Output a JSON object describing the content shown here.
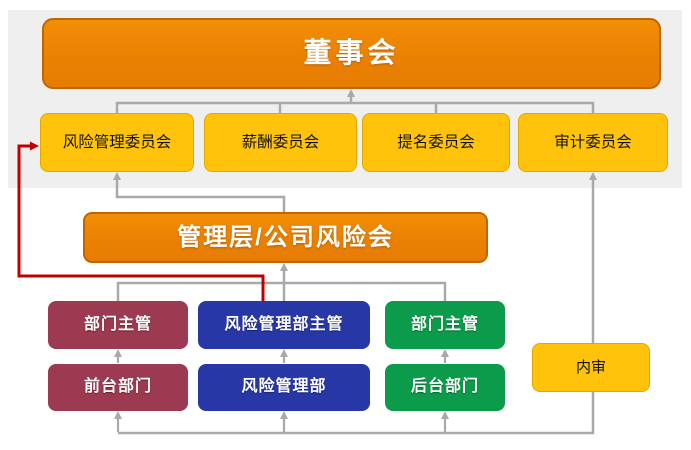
{
  "colors": {
    "orange_box": "#EA8003",
    "orange_border": "#BE6700",
    "yellow_box": "#FFC30B",
    "maroon_box": "#9B3A50",
    "blue_box": "#2737A5",
    "green_box": "#0C9B4A",
    "red_arrow": "#C00000",
    "connector_gray": "#A9A9A9",
    "band_background": "#EFEFEF"
  },
  "org": {
    "board": {
      "label": "董事会"
    },
    "committees": [
      {
        "label": "风险管理委员会"
      },
      {
        "label": "薪酬委员会"
      },
      {
        "label": "提名委员会"
      },
      {
        "label": "审计委员会"
      }
    ],
    "management": {
      "label": "管理层/公司风险会"
    },
    "dept_heads": [
      {
        "label": "部门主管"
      },
      {
        "label": "风险管理部主管"
      },
      {
        "label": "部门主管"
      }
    ],
    "departments": [
      {
        "label": "前台部门"
      },
      {
        "label": "风险管理部"
      },
      {
        "label": "后台部门"
      }
    ],
    "internal_audit": {
      "label": "内审"
    }
  }
}
